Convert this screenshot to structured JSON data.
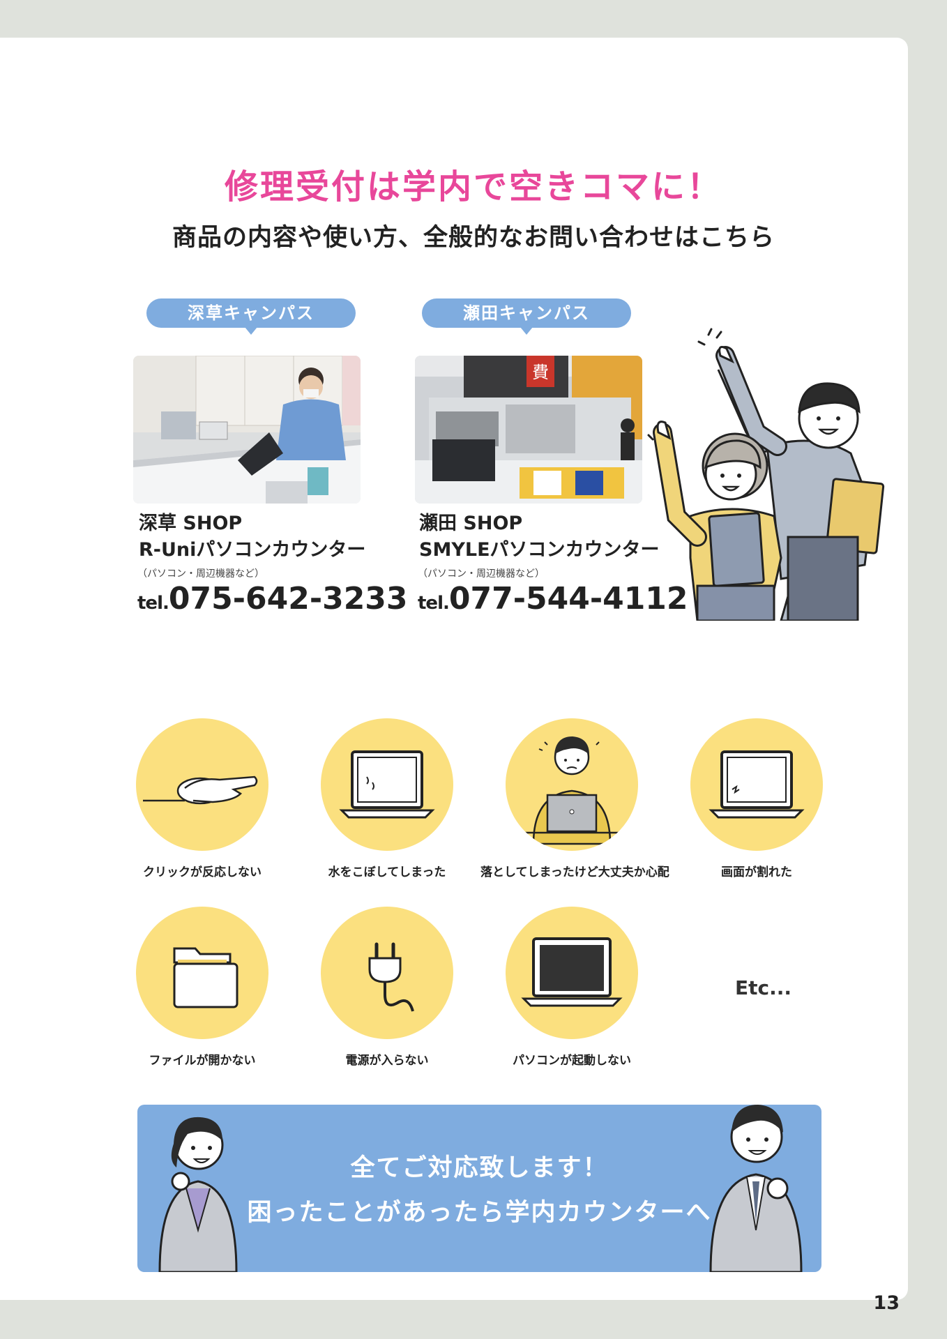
{
  "headline": "修理受付は学内で空きコマに！",
  "subheadline": "商品の内容や使い方、全般的なお問い合わせはこちら",
  "campuses": [
    {
      "campus": "深草キャンパス",
      "shop": "深草 SHOP",
      "counter": "R-Uniパソコンカウンター",
      "note": "（パソコン・周辺機器など）",
      "tel_prefix": "tel.",
      "tel": "075-642-3233"
    },
    {
      "campus": "瀬田キャンパス",
      "shop": "瀬田 SHOP",
      "counter": "SMYLEパソコンカウンター",
      "note": "（パソコン・周辺機器など）",
      "tel_prefix": "tel.",
      "tel": "077-544-4112"
    }
  ],
  "photo_sign": "費",
  "issues": [
    {
      "label": "クリックが反応しない",
      "icon": "mouse-hand-icon"
    },
    {
      "label": "水をこぼしてしまった",
      "icon": "wet-laptop-icon"
    },
    {
      "label": "落としてしまったけど大丈夫か心配",
      "icon": "worried-person-laptop-icon"
    },
    {
      "label": "画面が割れた",
      "icon": "cracked-laptop-icon"
    },
    {
      "label": "ファイルが開かない",
      "icon": "folder-icon"
    },
    {
      "label": "電源が入らない",
      "icon": "power-plug-icon"
    },
    {
      "label": "パソコンが起動しない",
      "icon": "dark-laptop-icon"
    }
  ],
  "etc": "Etc...",
  "banner": {
    "line1": "全てご対応致します！",
    "line2": "困ったことがあったら学内カウンターへ"
  },
  "page_number": "13",
  "colors": {
    "accent_pink": "#e8479a",
    "pill_blue": "#7facdf",
    "circle_yellow": "#fbe07f",
    "frame_gray": "#dfe2dc"
  }
}
